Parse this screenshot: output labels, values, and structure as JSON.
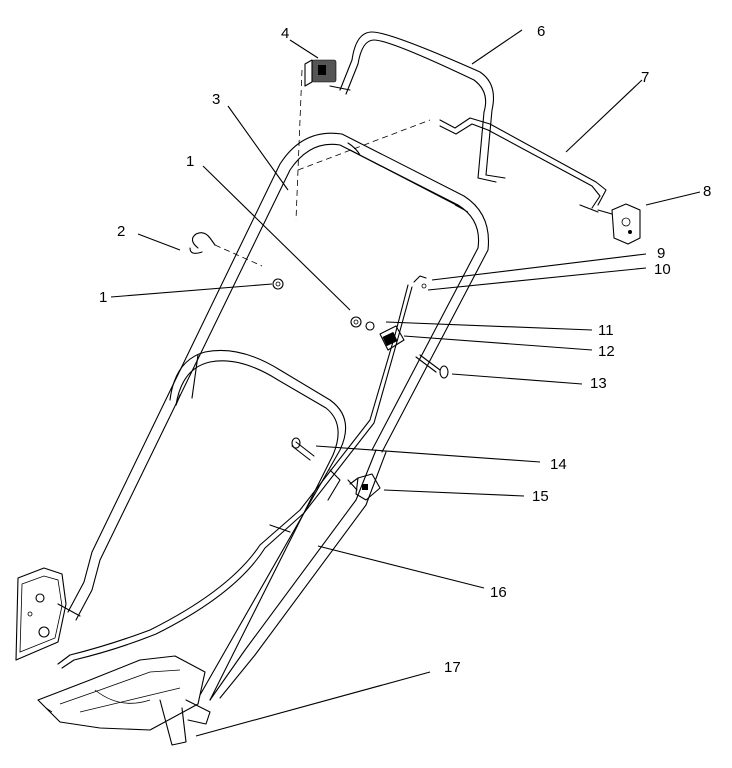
{
  "callouts": [
    {
      "id": "c1a",
      "label": "1"
    },
    {
      "id": "c1b",
      "label": "1"
    },
    {
      "id": "c2",
      "label": "2"
    },
    {
      "id": "c3",
      "label": "3"
    },
    {
      "id": "c4",
      "label": "4"
    },
    {
      "id": "c6",
      "label": "6"
    },
    {
      "id": "c7",
      "label": "7"
    },
    {
      "id": "c8",
      "label": "8"
    },
    {
      "id": "c9",
      "label": "9"
    },
    {
      "id": "c10",
      "label": "10"
    },
    {
      "id": "c11",
      "label": "11"
    },
    {
      "id": "c12",
      "label": "12"
    },
    {
      "id": "c13",
      "label": "13"
    },
    {
      "id": "c14",
      "label": "14"
    },
    {
      "id": "c15",
      "label": "15"
    },
    {
      "id": "c16",
      "label": "16"
    },
    {
      "id": "c17",
      "label": "17"
    }
  ]
}
